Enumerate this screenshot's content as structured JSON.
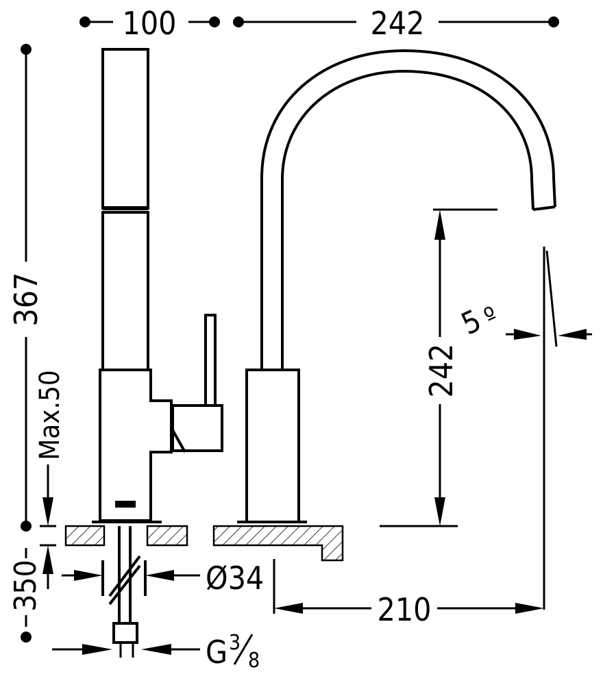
{
  "dimensions": {
    "body_width": "100",
    "spout_reach_top": "242",
    "total_height": "367",
    "max_deck_thickness": "Max.50",
    "spout_height": "242",
    "spout_angle": "5",
    "degree_symbol": "º",
    "hose_length": "350",
    "shank_diameter": "Ø34",
    "spout_reach": "210",
    "connection_thread": "G",
    "connection_numerator": "3",
    "connection_denominator": "8"
  },
  "colors": {
    "line": "#000000",
    "background": "#ffffff"
  }
}
